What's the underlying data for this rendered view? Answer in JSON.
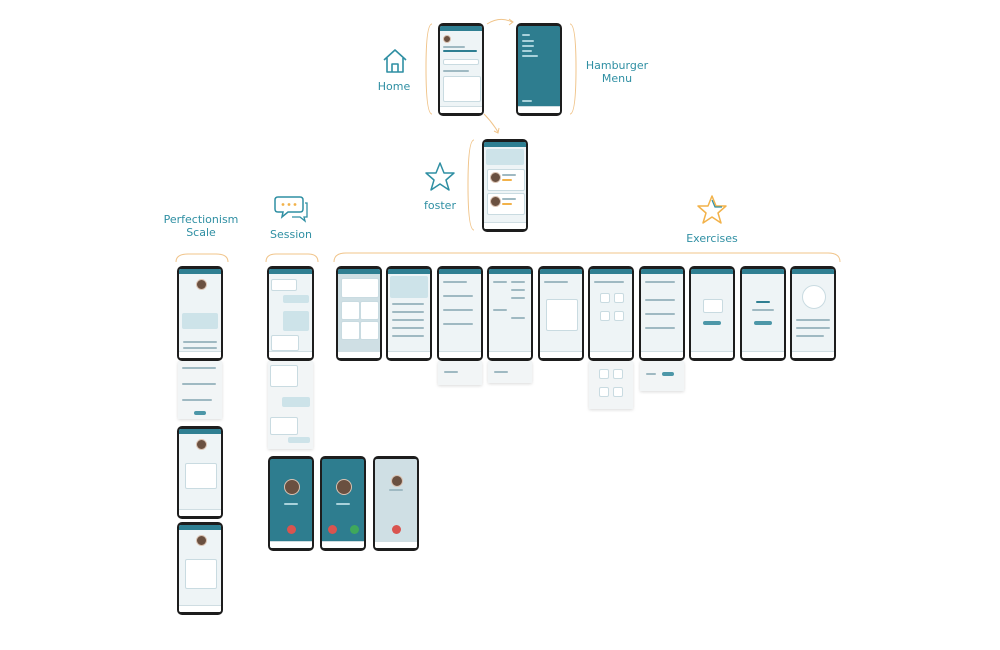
{
  "labels": {
    "home": "Home",
    "hamburger_menu": "Hamburger\nMenu",
    "foster": "foster",
    "perfectionism_scale": "Perfectionism\nScale",
    "session": "Session",
    "exercises": "Exercises"
  },
  "icons": {
    "home": "home-icon",
    "foster": "star-outline-icon",
    "session": "chat-bubbles-icon",
    "exercises": "star-outline-icon"
  },
  "colors": {
    "accent": "#2f8fa3",
    "brace": "#f0c48a",
    "app_teal": "#2e7d8f",
    "decline": "#d9544f",
    "accept": "#3fa85b",
    "star_exercises": "#f2b24a"
  }
}
